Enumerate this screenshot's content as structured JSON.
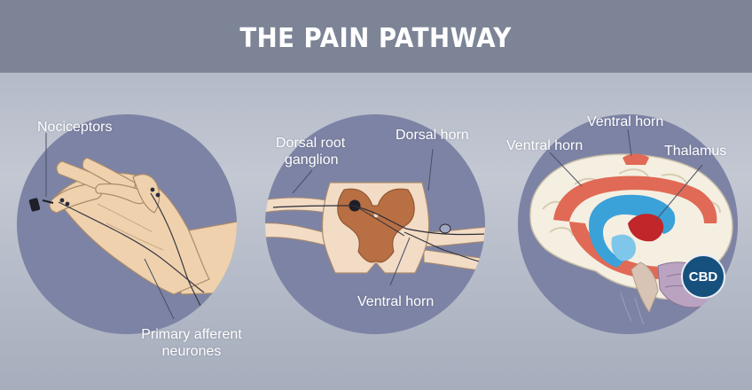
{
  "title": "THE PAIN PATHWAY",
  "panels": {
    "hand": {
      "labels": {
        "nociceptors": "Nociceptors",
        "afferent_line1": "Primary afferent",
        "afferent_line2": "neurones"
      }
    },
    "spine": {
      "labels": {
        "drg_line1": "Dorsal root",
        "drg_line2": "ganglion",
        "dorsal_horn": "Dorsal horn",
        "ventral_horn": "Ventral horn"
      }
    },
    "brain": {
      "labels": {
        "ventral_horn_top": "Ventral horn",
        "ventral_horn_left": "Ventral horn",
        "thalamus": "Thalamus"
      },
      "badge": "CBD"
    }
  },
  "colors": {
    "header": "#7c8496",
    "circle": "#7d83a4",
    "skin": "#efd2ad",
    "grey_matter": "#b76f43",
    "cortex": "#e06a55",
    "ventricle": "#3aa2d8",
    "badge": "#16507d"
  }
}
